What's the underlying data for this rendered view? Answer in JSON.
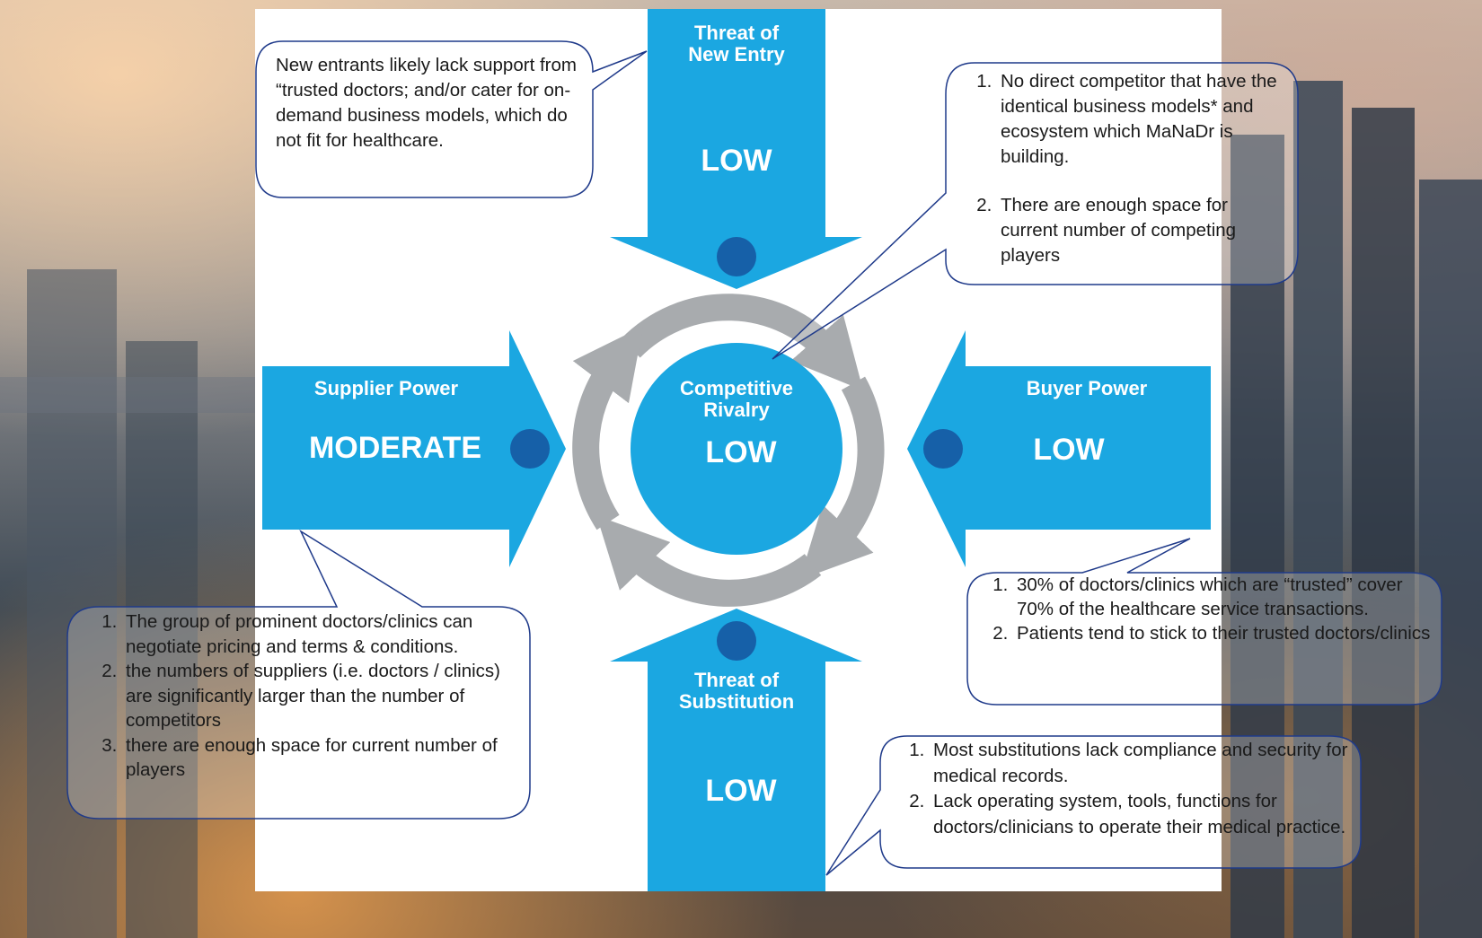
{
  "forces": {
    "new_entry": {
      "title_line1": "Threat of",
      "title_line2": "New Entry",
      "level": "LOW"
    },
    "supplier": {
      "title": "Supplier Power",
      "level": "MODERATE"
    },
    "rivalry": {
      "title_line1": "Competitive",
      "title_line2": "Rivalry",
      "level": "LOW"
    },
    "buyer": {
      "title": "Buyer Power",
      "level": "LOW"
    },
    "substitution": {
      "title_line1": "Threat of",
      "title_line2": "Substitution",
      "level": "LOW"
    }
  },
  "callouts": {
    "new_entry": "New entrants likely lack support from “trusted doctors; and/or cater for on-demand business models, which do not fit for healthcare.",
    "rivalry": [
      "No direct competitor that have the identical business models* and ecosystem which MaNaDr is building.",
      "There are enough space for current number of competing players"
    ],
    "buyer": [
      "30% of doctors/clinics which are “trusted” cover 70% of the healthcare service transactions.",
      "Patients tend to stick to their trusted doctors/clinics"
    ],
    "supplier": [
      "The group of prominent doctors/clinics can negotiate pricing and terms & conditions.",
      "the numbers of suppliers (i.e. doctors / clinics) are significantly larger than the number of competitors",
      "there are enough space for current number of players"
    ],
    "substitution": [
      "Most substitutions lack compliance and security for medical records.",
      "Lack operating system, tools, functions for doctors/clinicians to operate their medical practice."
    ]
  },
  "colors": {
    "arrow_blue": "#1ba7e1",
    "dot_navy": "#1660a8",
    "ring_gray": "#a8abae",
    "callout_border": "#1f3a8a"
  }
}
